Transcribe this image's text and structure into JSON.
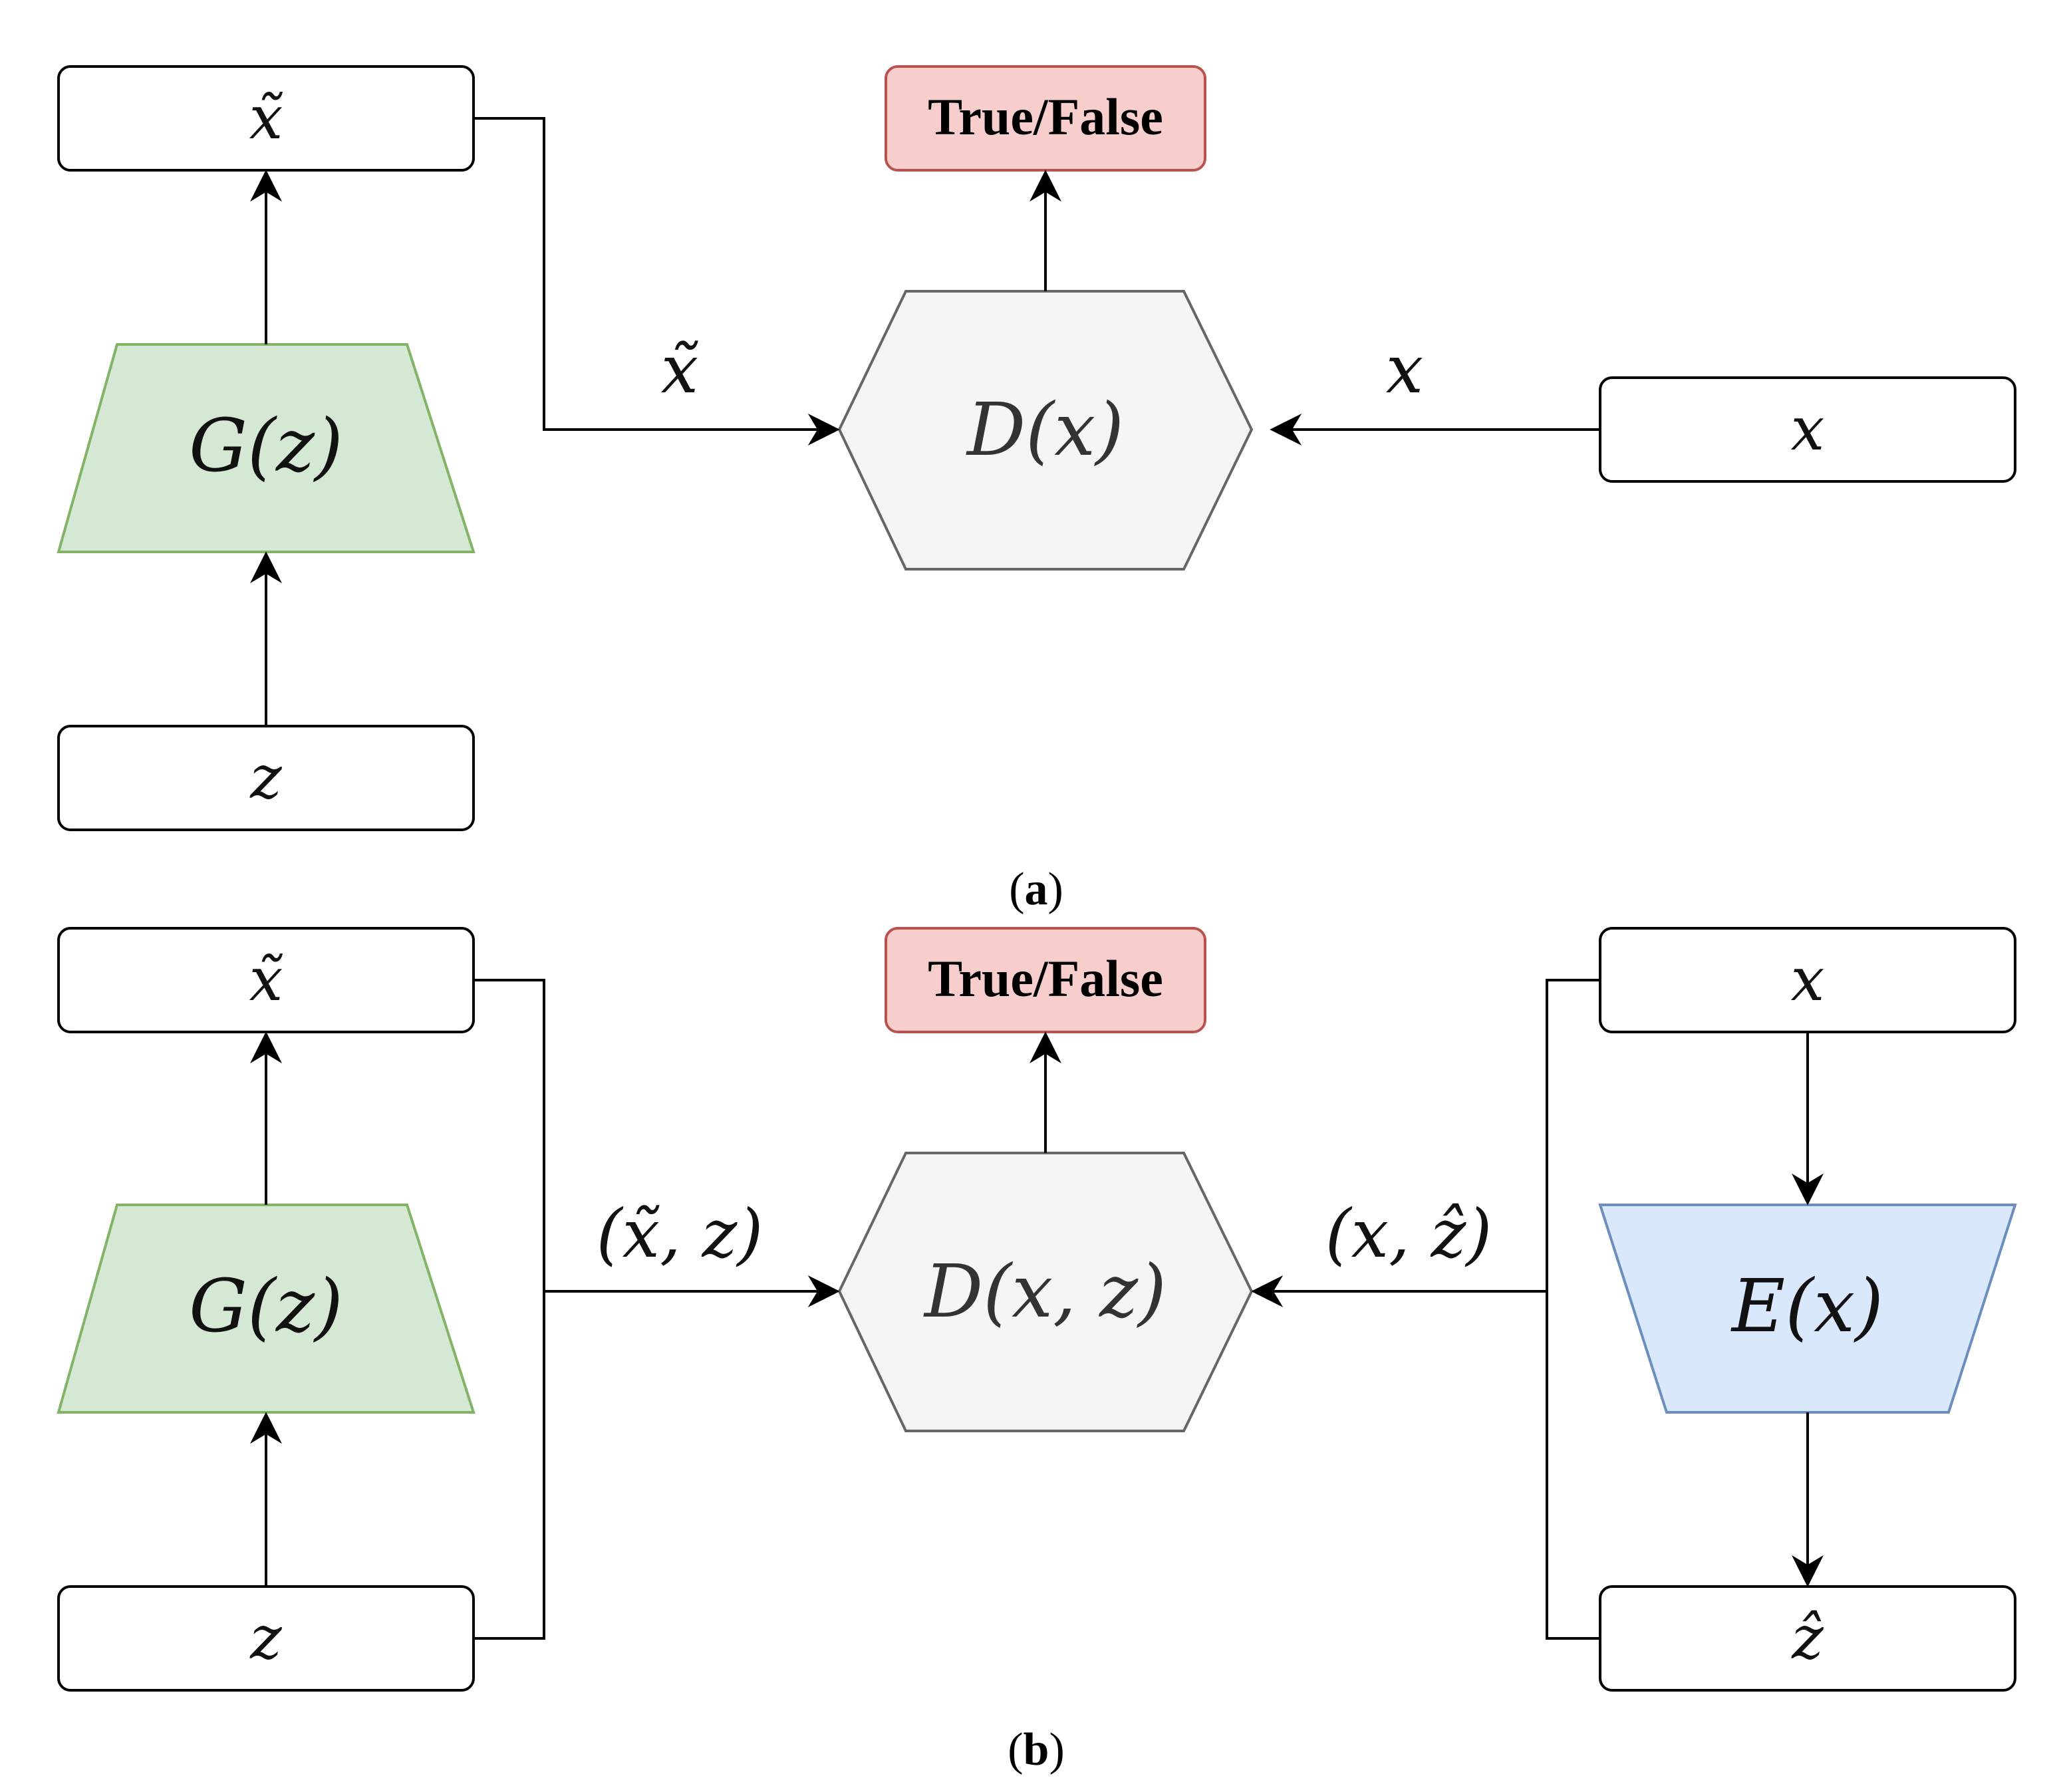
{
  "colors": {
    "generator_fill": "#d5e8d4",
    "generator_stroke": "#82b366",
    "encoder_fill": "#dae8fc",
    "encoder_stroke": "#6c8ebf",
    "discriminator_fill": "#f5f5f5",
    "discriminator_stroke": "#666666",
    "output_fill": "#f8cecc",
    "output_stroke": "#b85450"
  },
  "panel_a": {
    "caption_open": "(",
    "caption_letter": "a",
    "caption_close": ")",
    "x_tilde_box": "x̃",
    "generator": "G(z)",
    "z_box": "z",
    "discriminator": "D(x)",
    "output": "True/False",
    "x_box": "x",
    "edge_fake": "x̃",
    "edge_real": "x"
  },
  "panel_b": {
    "caption_open": "(",
    "caption_letter": "b",
    "caption_close": ")",
    "x_tilde_box": "x̃",
    "generator": "G(z)",
    "z_box": "z",
    "discriminator": "D(x, z)",
    "output": "True/False",
    "x_box": "x",
    "encoder": "E(x)",
    "z_hat_box": "ẑ",
    "edge_fake": "(x̃, z)",
    "edge_real": "(x, ẑ)"
  }
}
